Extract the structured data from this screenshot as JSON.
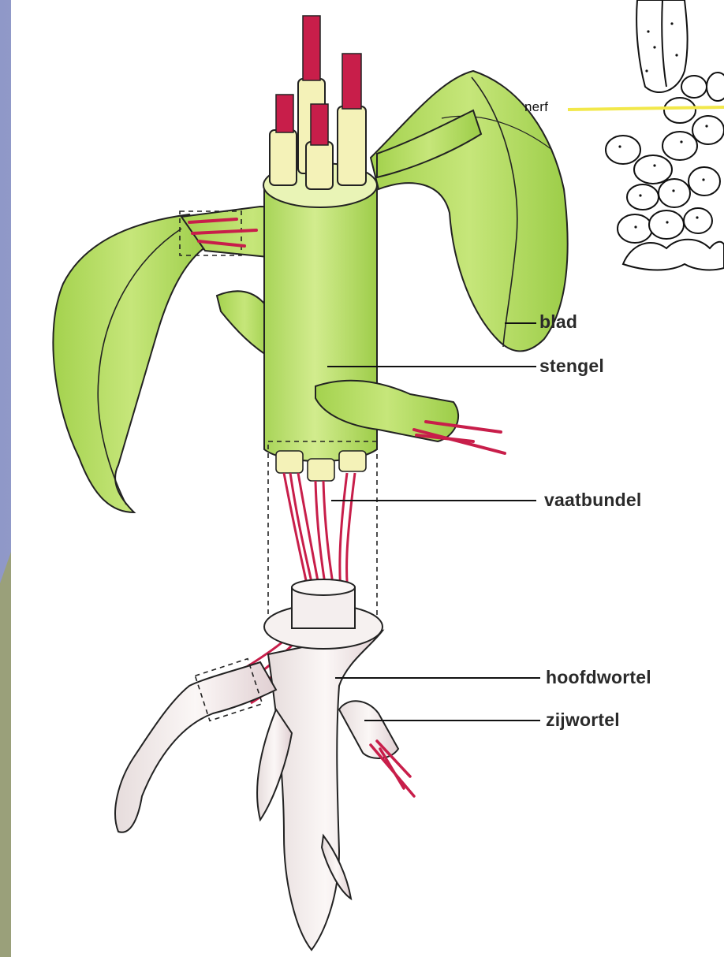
{
  "labels": {
    "nerf": "nerf",
    "blad": "blad",
    "stengel": "stengel",
    "vaatbundel": "vaatbundel",
    "hoofdwortel": "hoofdwortel",
    "zijwortel": "zijwortel"
  },
  "colors": {
    "leaf": "#b8e06a",
    "leaf_dark": "#8cc43a",
    "bundle": "#c81e4a",
    "bundle_sheath": "#f4f2b8",
    "root": "#f2ecea",
    "nerf_line": "#f2e84a"
  }
}
